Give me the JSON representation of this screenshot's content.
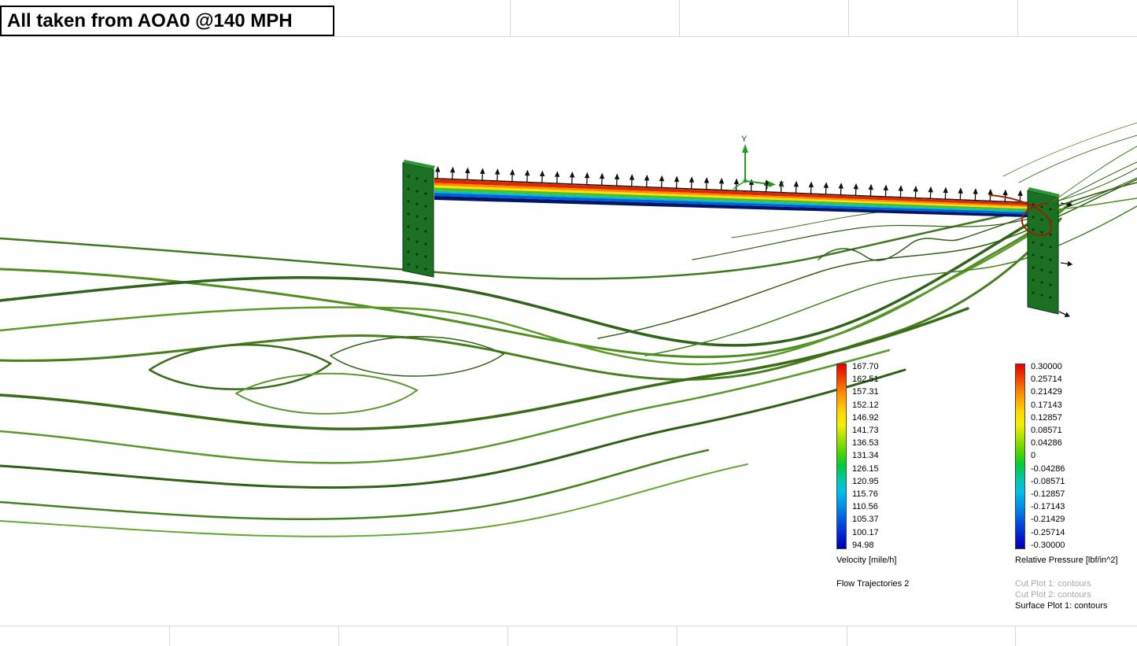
{
  "header": {
    "title": "All taken from AOA0 @140 MPH"
  },
  "scene": {
    "axis_triad": {
      "y_label": "Y",
      "x_label": "X"
    }
  },
  "legends": {
    "velocity": {
      "ticks": [
        "167.70",
        "162.51",
        "157.31",
        "152.12",
        "146.92",
        "141.73",
        "136.53",
        "131.34",
        "126.15",
        "120.95",
        "115.76",
        "110.56",
        "105.37",
        "100.17",
        "94.98"
      ],
      "unit_label": "Velocity [mile/h]",
      "caption": "Flow Trajectories 2"
    },
    "pressure": {
      "ticks": [
        "0.30000",
        "0.25714",
        "0.21429",
        "0.17143",
        "0.12857",
        "0.08571",
        "0.04286",
        "0",
        "-0.04286",
        "-0.08571",
        "-0.12857",
        "-0.17143",
        "-0.21429",
        "-0.25714",
        "-0.30000"
      ],
      "unit_label": "Relative Pressure [lbf/in^2]",
      "cut_plot_1": "Cut Plot 1: contours",
      "cut_plot_2": "Cut Plot 2: contours",
      "surface_plot": "Surface Plot 1: contours"
    }
  },
  "chart_data": [
    {
      "type": "heatmap",
      "title": "Velocity [mile/h]",
      "series_label": "Flow Trajectories 2",
      "tick_values": [
        167.7,
        162.51,
        157.31,
        152.12,
        146.92,
        141.73,
        136.53,
        131.34,
        126.15,
        120.95,
        115.76,
        110.56,
        105.37,
        100.17,
        94.98
      ],
      "range": [
        94.98,
        167.7
      ],
      "colormap": "rainbow, red = high to blue = low",
      "legend_position": "lower-center"
    },
    {
      "type": "heatmap",
      "title": "Relative Pressure [lbf/in^2]",
      "series_labels": [
        "Cut Plot 1: contours",
        "Cut Plot 2: contours",
        "Surface Plot 1: contours"
      ],
      "tick_values": [
        0.3,
        0.25714,
        0.21429,
        0.17143,
        0.12857,
        0.08571,
        0.04286,
        0,
        -0.04286,
        -0.08571,
        -0.12857,
        -0.17143,
        -0.21429,
        -0.25714,
        -0.3
      ],
      "range": [
        -0.3,
        0.3
      ],
      "colormap": "rainbow, red = high to blue = low",
      "legend_position": "lower-right"
    }
  ],
  "colors": {
    "legend_top": "#e60000",
    "legend_bottom": "#0000b4",
    "endplate_green": "#1c7024",
    "streamline_green": "#3f7a1c",
    "grid_line": "#d9d9d9",
    "muted_caption": "#a8a8a8"
  }
}
